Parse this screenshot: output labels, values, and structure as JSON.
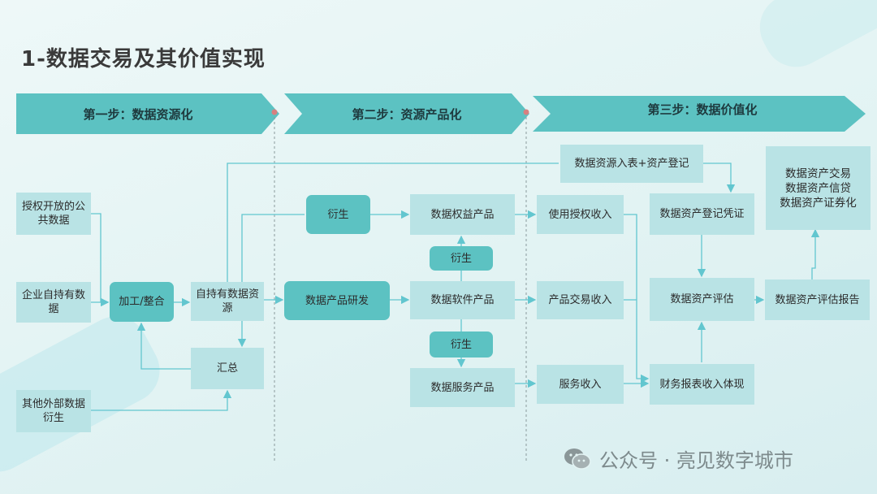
{
  "title": "1-数据交易及其价值实现",
  "steps": [
    "第一步：数据资源化",
    "第二步：资源产品化",
    "第三步：数据价值化"
  ],
  "nodes": {
    "auth_public": "授权开放的公共数据",
    "enterprise": "企业自持有数据",
    "external": "其他外部数据衍生",
    "process": "加工/整合",
    "self_resource": "自持有数据资源",
    "summary": "汇总",
    "derive_top": "衍生",
    "rd": "数据产品研发",
    "equity": "数据权益产品",
    "derive_mid": "衍生",
    "software": "数据软件产品",
    "derive_low": "衍生",
    "service": "数据服务产品",
    "license_income": "使用授权收入",
    "trade_income": "产品交易收入",
    "service_income": "服务收入",
    "registration": "数据资源入表+资产登记",
    "reg_cert": "数据资产登记凭证",
    "evaluation": "数据资产评估",
    "financial": "财务报表收入体现",
    "eval_report": "数据资产评估报告",
    "applications": [
      "数据资产交易",
      "数据资产信贷",
      "数据资产证券化"
    ]
  },
  "watermark": "公众号 · 亮见数字城市",
  "colors": {
    "step": "#5cc2c2",
    "box": "#b9e3e5",
    "dark_box": "#5cc2c2",
    "line": "#62c6cf",
    "divider": "#8a9a9c"
  }
}
